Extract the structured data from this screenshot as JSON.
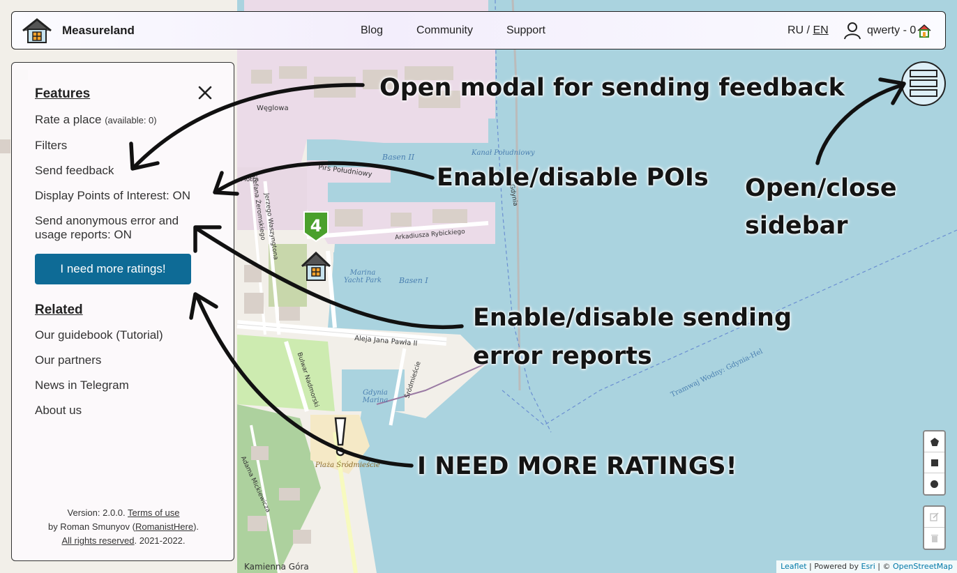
{
  "header": {
    "brand": "Measureland",
    "nav": [
      "Blog",
      "Community",
      "Support"
    ],
    "lang_ru": "RU",
    "lang_sep": " / ",
    "lang_en": "EN",
    "user_label": "qwerty - 0"
  },
  "sidebar": {
    "features_heading": "Features",
    "rate_place": "Rate a place",
    "rate_available": "(available: 0)",
    "filters": "Filters",
    "send_feedback": "Send feedback",
    "display_poi": "Display Points of Interest: ON",
    "send_reports_line1": "Send anonymous error and",
    "send_reports_line2": "usage reports: ON",
    "more_ratings_button": "I need more ratings!",
    "related_heading": "Related",
    "guidebook": "Our guidebook (Tutorial)",
    "partners": "Our partners",
    "telegram": "News in Telegram",
    "about": "About us",
    "footer": {
      "version": "Version: 2.0.0.",
      "terms": "Terms of use",
      "by": "by Roman Smunyov (",
      "author_link": "RomanistHere",
      "by_end": ").",
      "rights": "All rights reserved",
      "years": ". 2021-2022."
    }
  },
  "map": {
    "marker_number": "4",
    "labels": {
      "weglowa": "Węglowa",
      "basen2": "Basen II",
      "kanal": "Kanał Południowy",
      "pirs": "Pirs Południowy",
      "rybickiego": "Arkadiusza Rybickiego",
      "marina_yacht": "Marina Yacht Park",
      "basen1": "Basen I",
      "aleja": "Aleja Jana Pawła II",
      "gdynia_marina": "Gdynia Marina",
      "tramwaj": "Tramwaj Wodny: Gdynia-Hel",
      "plaza": "Plaża Śródmieście",
      "kamienna": "Kamienna Góra",
      "gdynia_street": "Gdynia",
      "srodmiescie": "Śródmieście",
      "bulwar": "Bulwar Nadmorski",
      "zeromskiego": "Stefana Żeromskiego",
      "waszyngtona": "Jerzego Waszyngtona",
      "mickiewicza": "Adama Mickiewicza",
      "piotra": "Piotra"
    }
  },
  "attribution": {
    "leaflet": "Leaflet",
    "powered": " | Powered by ",
    "esri": "Esri",
    "copy": " | © ",
    "osm": "OpenStreetMap"
  },
  "annotations": {
    "feedback": "Open modal for sending feedback",
    "pois": "Enable/disable POIs",
    "sidebar_line1": "Open/close",
    "sidebar_line2": "sidebar",
    "errors_line1": "Enable/disable sending",
    "errors_line2": "error reports",
    "ratings": "I NEED MORE RATINGS!"
  },
  "icons": {
    "logo": "house-logo-icon",
    "user": "user-icon",
    "close": "close-icon",
    "menu": "hamburger-menu-icon",
    "polygon": "polygon-draw-icon",
    "rectangle": "rectangle-draw-icon",
    "circle": "circle-draw-icon",
    "edit": "edit-icon",
    "trash": "trash-icon"
  },
  "colors": {
    "accent_button": "#0e6b96",
    "water": "#aad3df",
    "marker_green": "#4aa02c"
  }
}
